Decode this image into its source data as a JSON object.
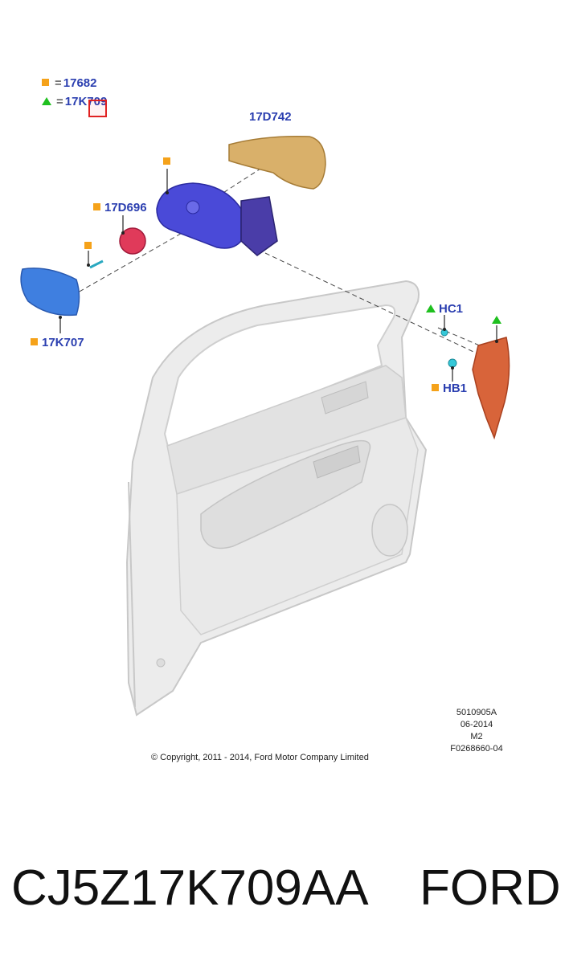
{
  "legend": {
    "square": {
      "symbol": "square-icon",
      "color": "#f5a21a",
      "equals": "=",
      "part": "17682"
    },
    "triangle": {
      "symbol": "triangle-icon",
      "color": "#1fc01f",
      "equals": "=",
      "part": "17K709"
    }
  },
  "labels": {
    "cover": "17D742",
    "motor": "17D696",
    "glass": "17K707",
    "clip_hc": "HC1",
    "clip_hb": "HB1"
  },
  "meta": {
    "code": "5010905A",
    "date": "06-2014",
    "model": "M2",
    "ref": "F0268660-04"
  },
  "copyright": "© Copyright, 2011 - 2014, Ford Motor Company Limited",
  "footer": {
    "part_number": "CJ5Z17K709AA",
    "brand": "FORD"
  },
  "colors": {
    "label": "#2b3fb0",
    "mirror_housing": "#4a4ad8",
    "cover": "#d9b06a",
    "glass": "#3f7fe0",
    "motor": "#e03a5a",
    "trim": "#d8643a",
    "door": "#e8e8e8"
  }
}
